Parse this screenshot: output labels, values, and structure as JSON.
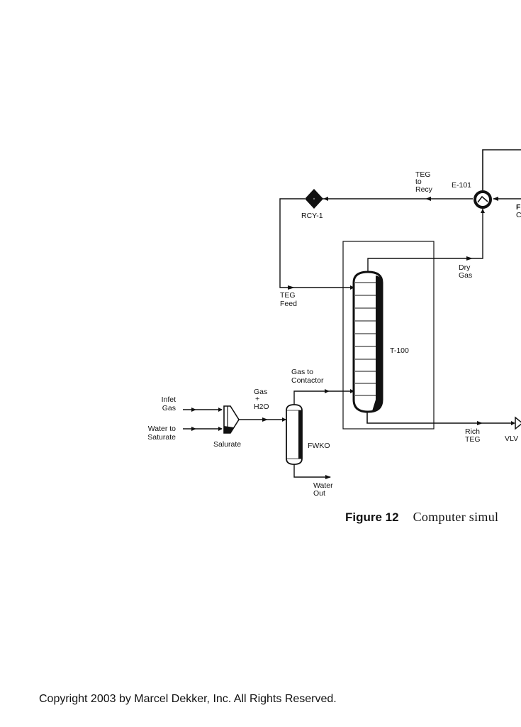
{
  "figure": {
    "number_label": "Figure 12",
    "caption_text": "Computer simul"
  },
  "copyright": "Copyright 2003 by Marcel Dekker, Inc. All Rights Reserved.",
  "diagram": {
    "type": "process-flow-diagram",
    "units": [
      {
        "id": "E-101",
        "kind": "heat-exchanger",
        "label": "E-101"
      },
      {
        "id": "RCY-1",
        "kind": "recycle",
        "label": "RCY-1"
      },
      {
        "id": "T-100",
        "kind": "absorber-column",
        "label": "T-100"
      },
      {
        "id": "FWKO",
        "kind": "separator",
        "label": "FWKO"
      },
      {
        "id": "Saturate",
        "kind": "mixer",
        "label": "Salurate"
      },
      {
        "id": "VLV",
        "kind": "valve",
        "label": "VLV"
      }
    ],
    "streams": {
      "teg_to_recy": [
        "TEG",
        "to",
        "Recy"
      ],
      "teg_feed": [
        "TEG",
        "Feed"
      ],
      "dry_gas": [
        "Dry",
        "Gas"
      ],
      "gas_to_contactor": [
        "Gas to",
        "Contactor"
      ],
      "gas_h2o": [
        "Gas",
        "+",
        "H2O"
      ],
      "inlet_gas": [
        "Infet",
        "Gas"
      ],
      "water_to_saturate": [
        "Water to",
        "Saturate"
      ],
      "water_out": [
        "Water",
        "Out"
      ],
      "rich_teg": [
        "Rich",
        "TEG"
      ],
      "clipped_right": [
        "F",
        "C"
      ]
    }
  }
}
